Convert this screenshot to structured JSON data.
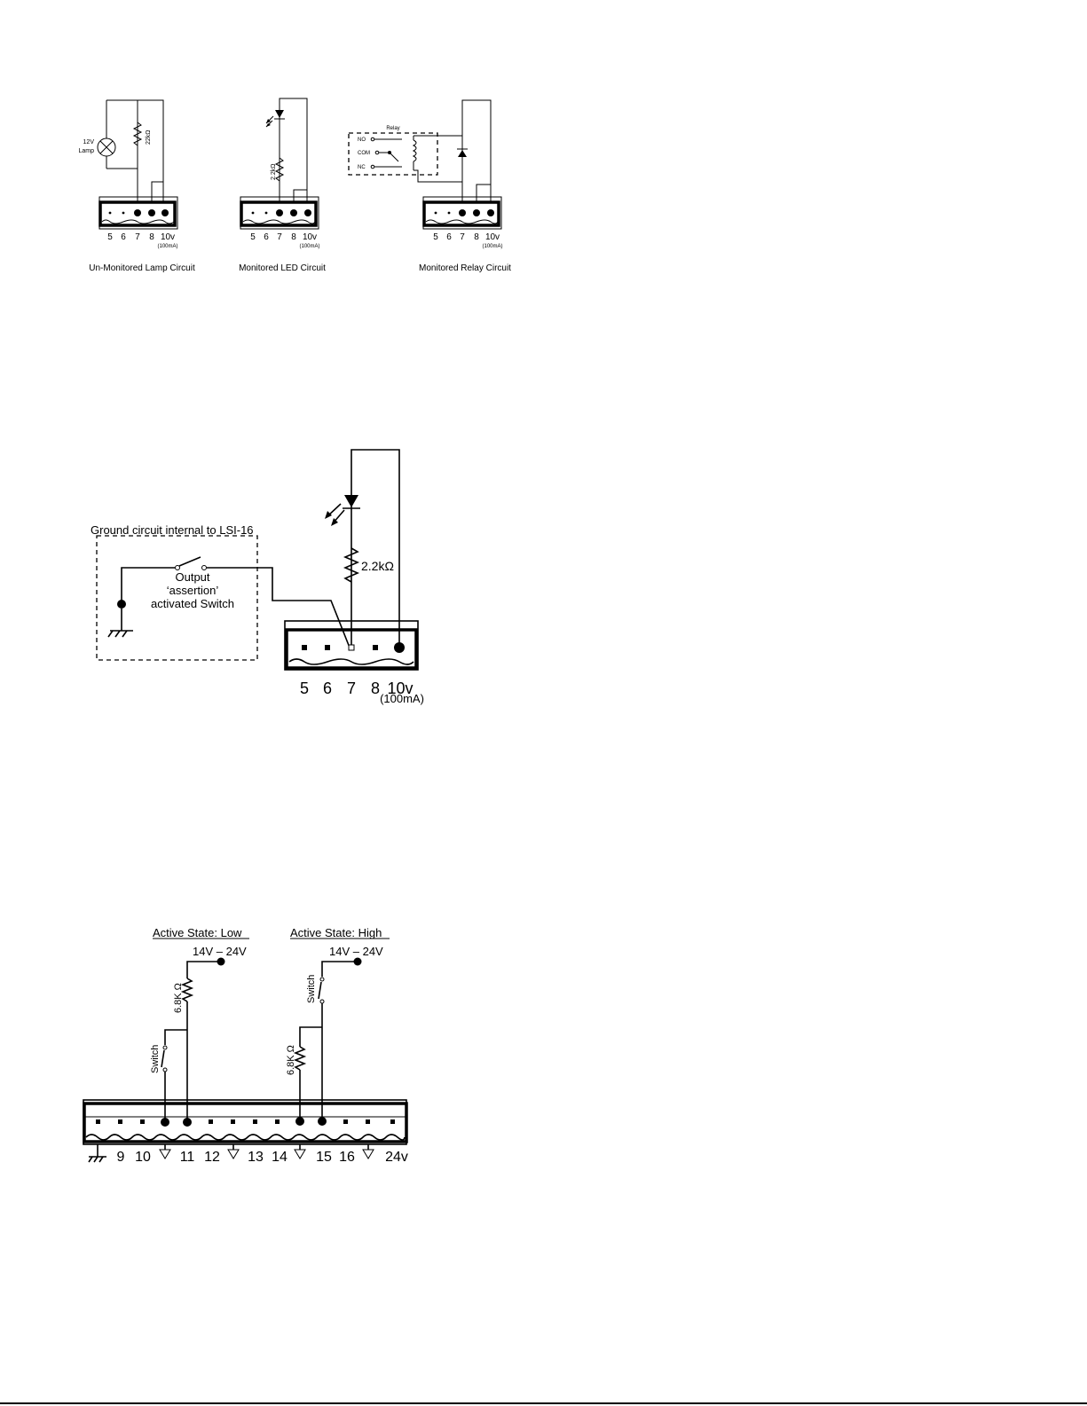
{
  "circuits_top": {
    "lamp": {
      "caption": "Un-Monitored Lamp Circuit",
      "lamp_label_1": "12V",
      "lamp_label_2": "Lamp",
      "resistor": "22kΩ",
      "terminals": [
        "5",
        "6",
        "7",
        "8",
        "10v"
      ],
      "current": "(100mA)"
    },
    "led": {
      "caption": "Monitored LED Circuit",
      "resistor": "2.2kΩ",
      "terminals": [
        "5",
        "6",
        "7",
        "8",
        "10v"
      ],
      "current": "(100mA)"
    },
    "relay": {
      "caption": "Monitored Relay Circuit",
      "relay_label": "Relay",
      "contacts": [
        "NO",
        "COM",
        "NC"
      ],
      "terminals": [
        "5",
        "6",
        "7",
        "8",
        "10v"
      ],
      "current": "(100mA)"
    }
  },
  "ground_circuit": {
    "box_title": "Ground circuit internal to LSI-16",
    "switch_label_1": "Output",
    "switch_label_2": "‘assertion’",
    "switch_label_3": "activated Switch",
    "resistor": "2.2kΩ",
    "terminals": [
      "5",
      "6",
      "7",
      "8",
      "10v"
    ],
    "current": "(100mA)"
  },
  "input_circuit": {
    "low_heading": "Active State: Low",
    "high_heading": "Active State: High",
    "supply_low": "14V – 24V",
    "supply_high": "14V – 24V",
    "resistor_low": "6.8K Ω",
    "resistor_high": "6.8K Ω",
    "switch_low": "Switch",
    "switch_high": "Switch",
    "terminals": [
      "9",
      "10",
      "11",
      "12",
      "13",
      "14",
      "15",
      "16",
      "24v"
    ]
  }
}
